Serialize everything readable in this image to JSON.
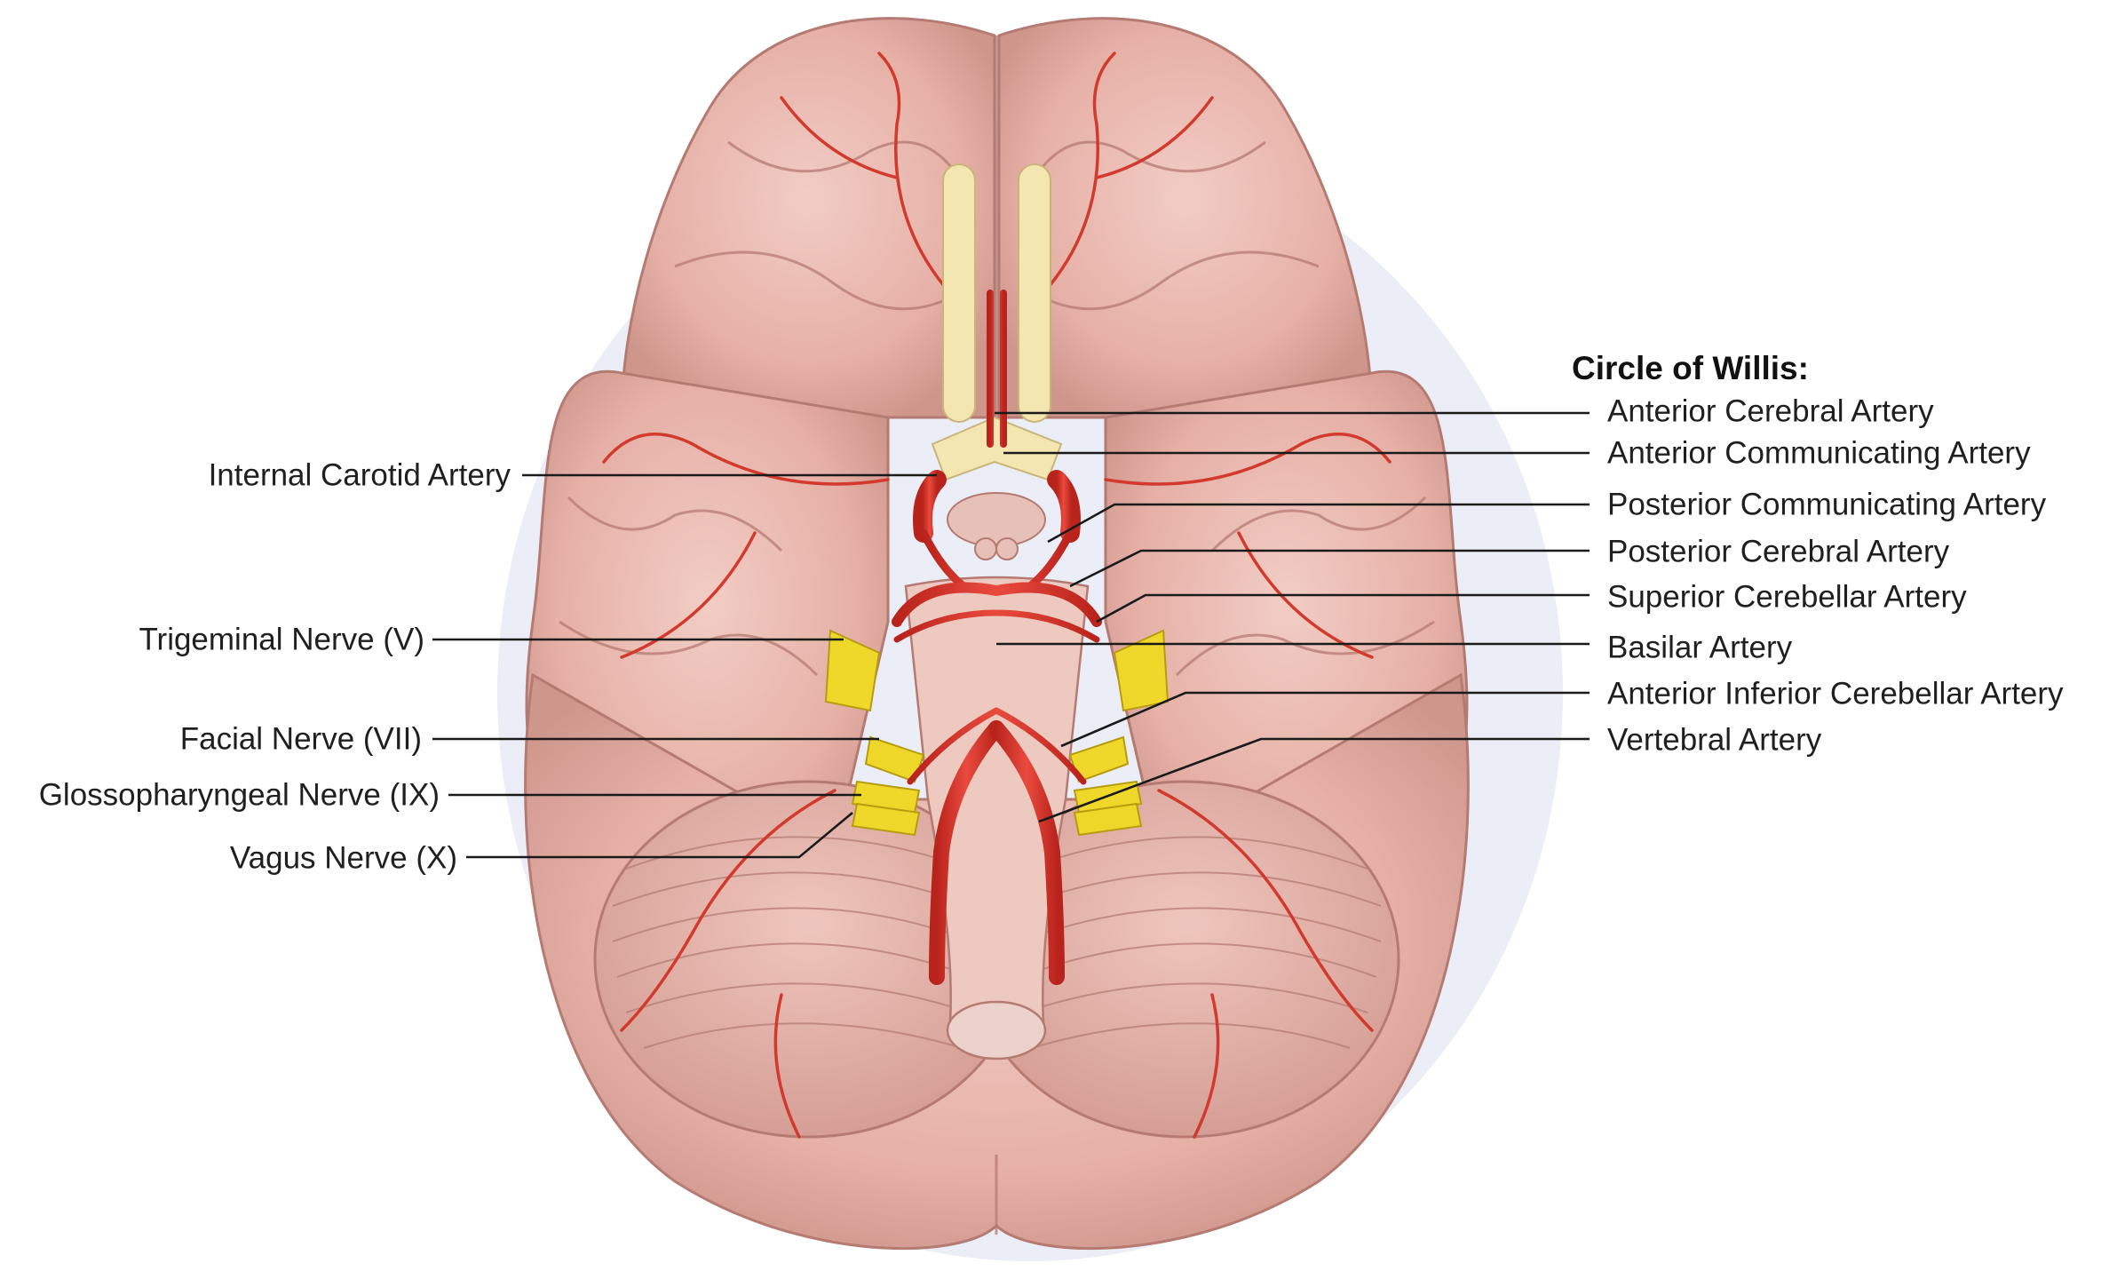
{
  "colors": {
    "brain": "#e8b7ae",
    "brain_shadow": "#c98f86",
    "sulcus": "#b57a72",
    "artery": "#d9352b",
    "artery_dark": "#a61d16",
    "nerve_yellow": "#f0d82a",
    "nerve_cream": "#f3e6b0",
    "background": "#ffffff",
    "shadow": "#dfe3f2"
  },
  "heading": "Circle of Willis:",
  "right_labels": [
    "Anterior Cerebral Artery",
    "Anterior Communicating Artery",
    "Posterior Communicating Artery",
    "Posterior Cerebral Artery",
    "Superior Cerebellar Artery",
    "Basilar Artery",
    "Anterior Inferior Cerebellar Artery",
    "Vertebral Artery"
  ],
  "left_labels": [
    "Internal Carotid Artery",
    "Trigeminal Nerve (V)",
    "Facial Nerve (VII)",
    "Glossopharyngeal Nerve (IX)",
    "Vagus Nerve (X)"
  ]
}
